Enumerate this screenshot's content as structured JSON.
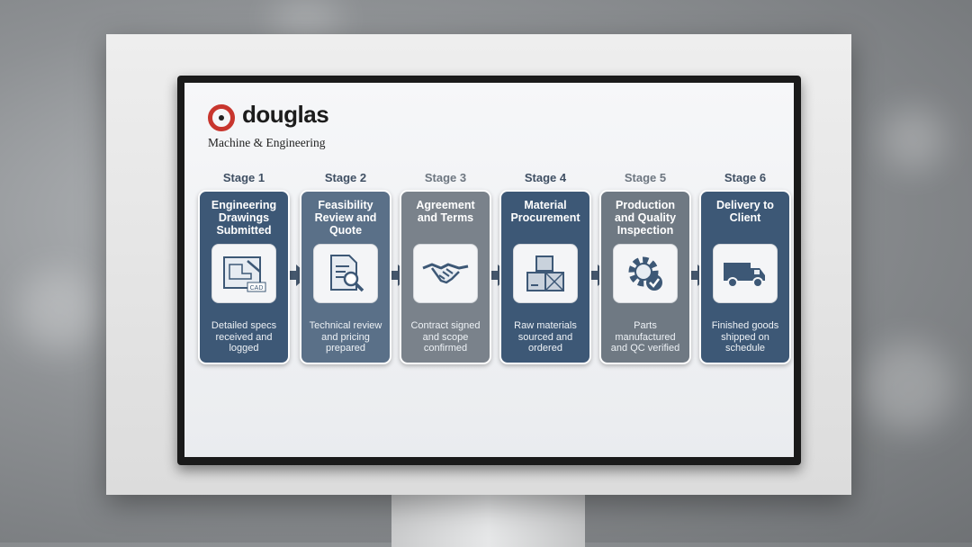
{
  "company": {
    "name": "douglas",
    "subtitle": "Machine & Engineering"
  },
  "stages": [
    {
      "label": "Stage 1",
      "title": "Engineering Drawings Submitted",
      "icon": "cad-drawing-icon",
      "icon_badge": "CAD",
      "description": "Detailed specs received and logged",
      "color": "#3d5876"
    },
    {
      "label": "Stage 2",
      "title": "Feasibility Review and Quote",
      "icon": "document-magnifier-icon",
      "description": "Technical review and pricing prepared",
      "color": "#5a7088"
    },
    {
      "label": "Stage 3",
      "title": "Agreement and Terms",
      "icon": "handshake-icon",
      "description": "Contract signed and scope confirmed",
      "color": "#7a828b"
    },
    {
      "label": "Stage 4",
      "title": "Material Procurement",
      "icon": "boxes-icon",
      "description": "Raw materials sourced and ordered",
      "color": "#3d5876"
    },
    {
      "label": "Stage 5",
      "title": "Production and Quality Inspection",
      "icon": "gear-check-icon",
      "description": "Parts manufactured and QC verified",
      "color": "#6f7983"
    },
    {
      "label": "Stage 6",
      "title": "Delivery to Client",
      "icon": "truck-icon",
      "description": "Finished goods shipped on schedule",
      "color": "#3d5876"
    }
  ],
  "colors": {
    "arrow": "#45586e",
    "logo_accent": "#c8362e"
  }
}
